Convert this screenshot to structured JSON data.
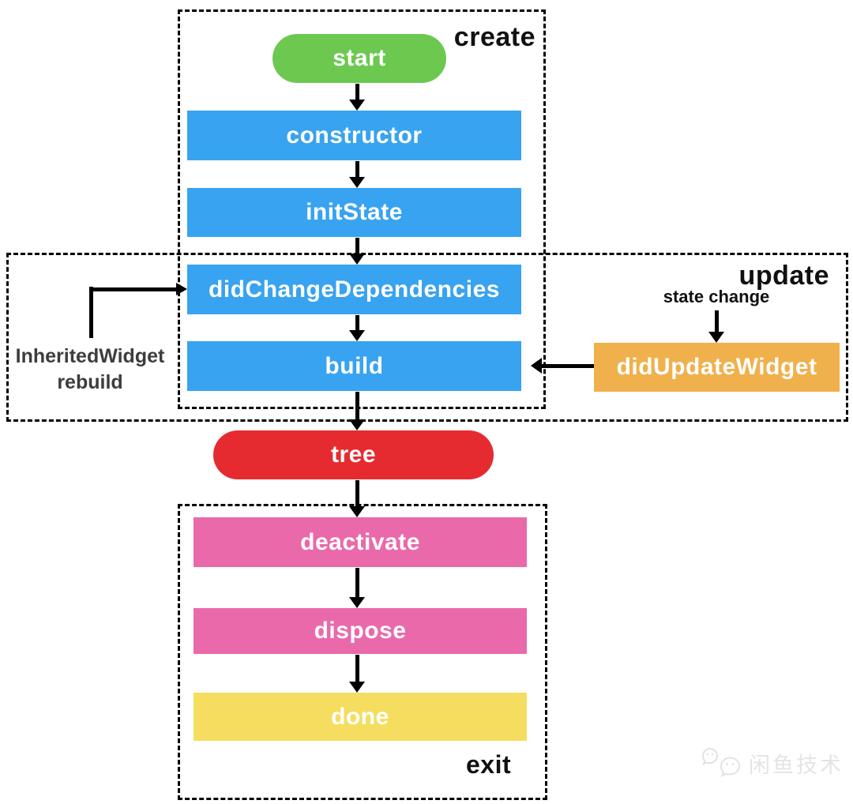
{
  "regions": {
    "create": {
      "label": "create"
    },
    "update": {
      "label": "update"
    },
    "exit": {
      "label": "exit"
    }
  },
  "nodes": {
    "start": {
      "label": "start",
      "color": "#6dc850",
      "shape": "pill"
    },
    "constructor": {
      "label": "constructor",
      "color": "#38a3f0",
      "shape": "rect"
    },
    "initState": {
      "label": "initState",
      "color": "#38a3f0",
      "shape": "rect"
    },
    "didChangeDependencies": {
      "label": "didChangeDependencies",
      "color": "#38a3f0",
      "shape": "rect"
    },
    "build": {
      "label": "build",
      "color": "#38a3f0",
      "shape": "rect"
    },
    "didUpdateWidget": {
      "label": "didUpdateWidget",
      "color": "#f0b04b",
      "shape": "rect"
    },
    "tree": {
      "label": "tree",
      "color": "#e62b30",
      "shape": "pill"
    },
    "deactivate": {
      "label": "deactivate",
      "color": "#ea69ab",
      "shape": "rect"
    },
    "dispose": {
      "label": "dispose",
      "color": "#ea69ab",
      "shape": "rect"
    },
    "done": {
      "label": "done",
      "color": "#f5de5f",
      "shape": "rect"
    }
  },
  "annotations": {
    "state_change": "state change",
    "inherited_widget_line1": "InheritedWidget",
    "inherited_widget_line2": "rebuild"
  },
  "edges": [
    {
      "from": "start",
      "to": "constructor"
    },
    {
      "from": "constructor",
      "to": "initState"
    },
    {
      "from": "initState",
      "to": "didChangeDependencies"
    },
    {
      "from": "didChangeDependencies",
      "to": "build"
    },
    {
      "from": "build",
      "to": "tree"
    },
    {
      "from": "tree",
      "to": "deactivate"
    },
    {
      "from": "deactivate",
      "to": "dispose"
    },
    {
      "from": "dispose",
      "to": "done"
    },
    {
      "from": "state change",
      "to": "didUpdateWidget"
    },
    {
      "from": "didUpdateWidget",
      "to": "build"
    },
    {
      "from": "InheritedWidget rebuild",
      "to": "didChangeDependencies"
    }
  ],
  "watermark": {
    "text": "闲鱼技术",
    "icon": "wechat-bubbles-icon"
  }
}
